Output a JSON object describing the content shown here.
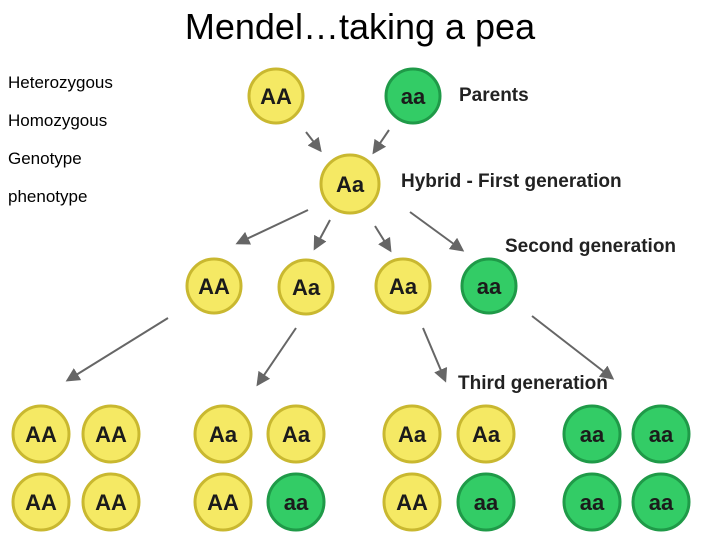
{
  "title": "Mendel…taking a pea",
  "terms": [
    "Heterozygous",
    "Homozygous",
    "Genotype",
    "phenotype"
  ],
  "colors": {
    "yellow": "#f5e964",
    "yellow_edge": "#c9b830",
    "green": "#33cc66",
    "green_edge": "#1f9a48",
    "arrow": "#666666"
  },
  "labels": {
    "parents": "Parents",
    "first": "Hybrid - First generation",
    "second": "Second generation",
    "third": "Third generation"
  },
  "parents": [
    {
      "genotype": "AA",
      "color": "yellow"
    },
    {
      "genotype": "aa",
      "color": "green"
    }
  ],
  "first_generation": [
    {
      "genotype": "Aa",
      "color": "yellow"
    }
  ],
  "second_generation": [
    {
      "genotype": "AA",
      "color": "yellow"
    },
    {
      "genotype": "Aa",
      "color": "yellow"
    },
    {
      "genotype": "Aa",
      "color": "yellow"
    },
    {
      "genotype": "aa",
      "color": "green"
    }
  ],
  "third_generation": [
    [
      {
        "genotype": "AA",
        "color": "yellow"
      },
      {
        "genotype": "AA",
        "color": "yellow"
      },
      {
        "genotype": "AA",
        "color": "yellow"
      },
      {
        "genotype": "AA",
        "color": "yellow"
      }
    ],
    [
      {
        "genotype": "Aa",
        "color": "yellow"
      },
      {
        "genotype": "Aa",
        "color": "yellow"
      },
      {
        "genotype": "AA",
        "color": "yellow"
      },
      {
        "genotype": "aa",
        "color": "green"
      }
    ],
    [
      {
        "genotype": "Aa",
        "color": "yellow"
      },
      {
        "genotype": "Aa",
        "color": "yellow"
      },
      {
        "genotype": "AA",
        "color": "yellow"
      },
      {
        "genotype": "aa",
        "color": "green"
      }
    ],
    [
      {
        "genotype": "aa",
        "color": "green"
      },
      {
        "genotype": "aa",
        "color": "green"
      },
      {
        "genotype": "aa",
        "color": "green"
      },
      {
        "genotype": "aa",
        "color": "green"
      }
    ]
  ]
}
